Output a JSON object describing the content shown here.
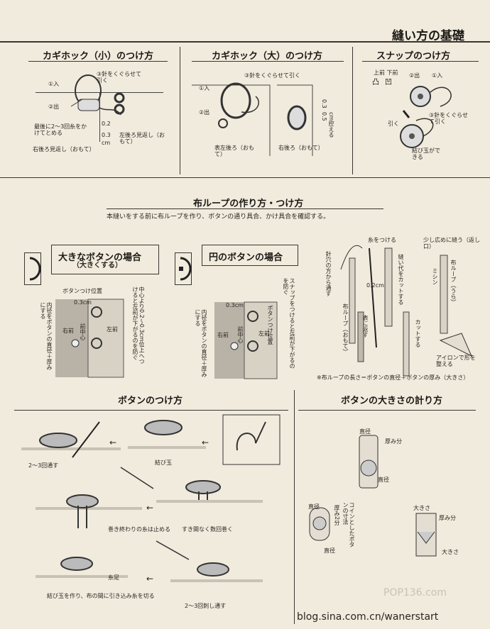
{
  "page": {
    "title": "縫い方の基礎"
  },
  "hook_small": {
    "title": "カギホック（小）のつけ方",
    "in": "①入",
    "out": "②出",
    "pass": "③針をくぐらせて引く",
    "note": "最後に2〜3回糸をかけてとめる",
    "dim1": "0.2",
    "dim2": "0.3",
    "unit": "cm",
    "right_back": "右後ろ見返し（おもて）",
    "left_back": "左後ろ見返し（おもて）"
  },
  "hook_large": {
    "title": "カギホック（大）のつけ方",
    "in": "①入",
    "out": "②出",
    "pass": "③針をくぐらせて引く",
    "dim1": "0.3",
    "dim2": "0.5",
    "dim_note": "cm控える",
    "right_back": "右後ろ（おもて）",
    "left_back": "表左後ろ（おもて）"
  },
  "snap": {
    "title": "スナップのつけ方",
    "labels": "上前 下前",
    "out": "②出",
    "in": "①入",
    "pass": "③針をくぐらせて引く",
    "pull": "引く",
    "knot": "結び玉ができる"
  },
  "loop": {
    "title": "布ループの作り方・つけ方",
    "intro": "本縫いをする前に布ループを作り、ボタンの通り具合、かけ具合を確認する。",
    "big_title": "大きなボタンの場合",
    "big_sub": "（大きくする）",
    "big_pos": "ボタンつけ位置",
    "big_dim": "0.3cm",
    "big_note1": "中心より0.2〜0.3cm位上へつけると左前が下がるのを防ぐ",
    "big_note2": "内径をボタンの直径＋厚みにする",
    "center_front": "前中心",
    "right_front": "右前",
    "left_front": "左前",
    "round_title": "円のボタンの場合",
    "round_dim": "0.3cm",
    "round_pos": "ボタンつけ位置",
    "round_note1": "スナップをつけると左前が下がるのを防ぐ",
    "round_note2": "内径をボタンの直径＋厚みにする",
    "step_thread": "糸をつける",
    "step_needle": "針穴の方から通す",
    "step_seam": "縫い代をカットする",
    "step_wide": "少し広めに縫う（返し口）",
    "step_machine": "ミシン",
    "step_cloth": "布ループ（うら）",
    "step_width": "0.2cm",
    "step_loop_front": "布ループ（おもて）",
    "step_turn": "表に返す",
    "step_cut": "カットする",
    "step_iron": "アイロンで形を整える",
    "formula": "※布ループの長さ＝ボタンの直径＋ボタンの厚み（大きさ）"
  },
  "button_attach": {
    "title": "ボタンのつけ方",
    "pass23": "2〜3回通す",
    "knot": "結び玉",
    "wind": "すき間なく数回巻く",
    "finish": "巻き終わりの糸は止める",
    "shank": "糸足",
    "knot_cut": "結び玉を作り、布の間に引き込み糸を切る",
    "pierce": "2〜3回刺し通す"
  },
  "button_size": {
    "title": "ボタンの大きさの計り方",
    "diameter": "直径",
    "thickness": "厚み分",
    "coin": "コインとしたボタンの寸法",
    "thick2": "厚み2分",
    "size": "大きさ"
  },
  "watermark": {
    "site": "POP136.com",
    "blog": "blog.sina.com.cn/wanerstart"
  }
}
